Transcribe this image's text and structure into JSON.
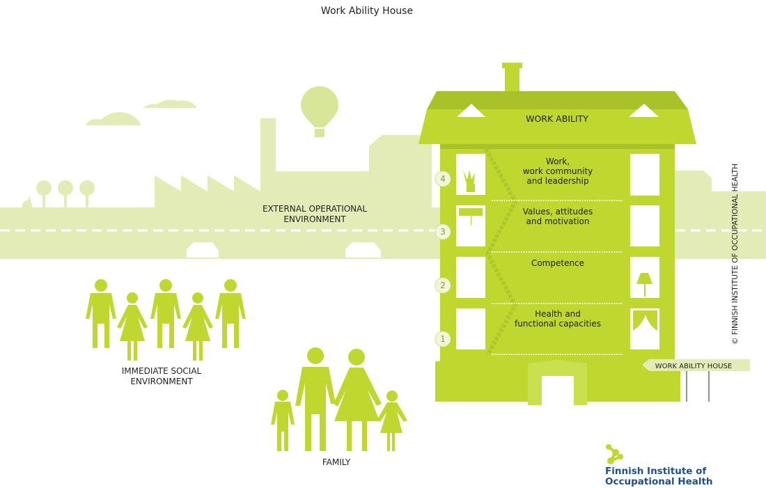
{
  "title": "Work Ability House",
  "house": {
    "roof_label": "WORK ABILITY",
    "floors": [
      {
        "number": "4",
        "lines": [
          "Work,",
          "work community",
          "and leadership"
        ]
      },
      {
        "number": "3",
        "lines": [
          "Values, attitudes",
          "and motivation"
        ]
      },
      {
        "number": "2",
        "lines": [
          "Competence"
        ]
      },
      {
        "number": "1",
        "lines": [
          "Health and",
          "functional capacities"
        ]
      }
    ],
    "sign": "WORK ABILITY HOUSE"
  },
  "labels": {
    "external": [
      "EXTERNAL OPERATIONAL",
      "ENVIRONMENT"
    ],
    "social": [
      "IMMEDIATE SOCIAL",
      "ENVIRONMENT"
    ],
    "family": "FAMILY"
  },
  "copyright": "© FINNISH INSTITUTE OF OCCUPATIONAL HEALTH",
  "logo": {
    "lines": [
      "Finnish Institute of",
      "Occupational Health"
    ]
  },
  "colors": {
    "house": "#c0d730",
    "roof": "#a9c22a",
    "background": "#e3ecb7",
    "logo_text": "#1f4e8c"
  }
}
